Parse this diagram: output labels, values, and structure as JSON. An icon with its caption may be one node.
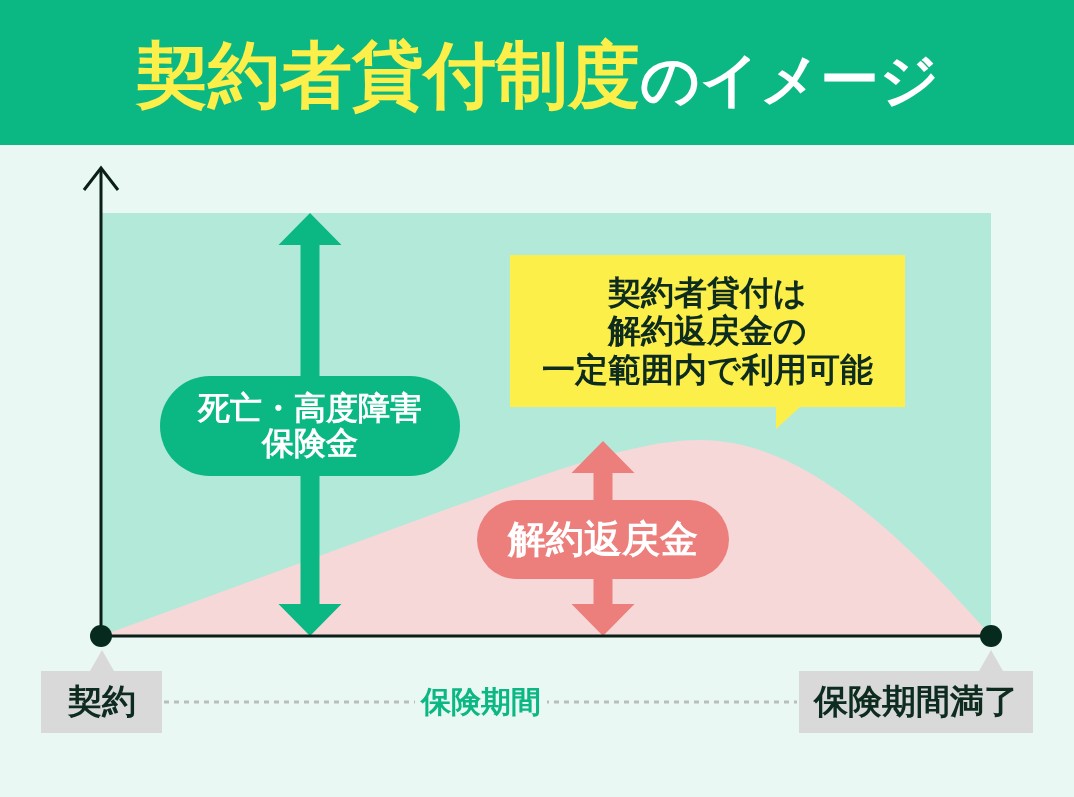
{
  "diagram": {
    "title": "**契約者貸付制度**のイメージ",
    "nodes": [
      {
        "text": [
          "死亡・高度障害保険金"
        ]
      },
      {
        "text": [
          "契約者貸付は解約返戻金の一定範囲内で利用可能"
        ]
      },
      {
        "text": [
          "解約返戻金"
        ]
      },
      {
        "text": [
          "契約"
        ]
      },
      {
        "text": [
          "保険期間満了"
        ]
      }
    ],
    "edges": [
      {
        "from": 3,
        "to": 4,
        "arrow": "none",
        "style": "dashed",
        "label": "保険期間"
      }
    ]
  }
}
